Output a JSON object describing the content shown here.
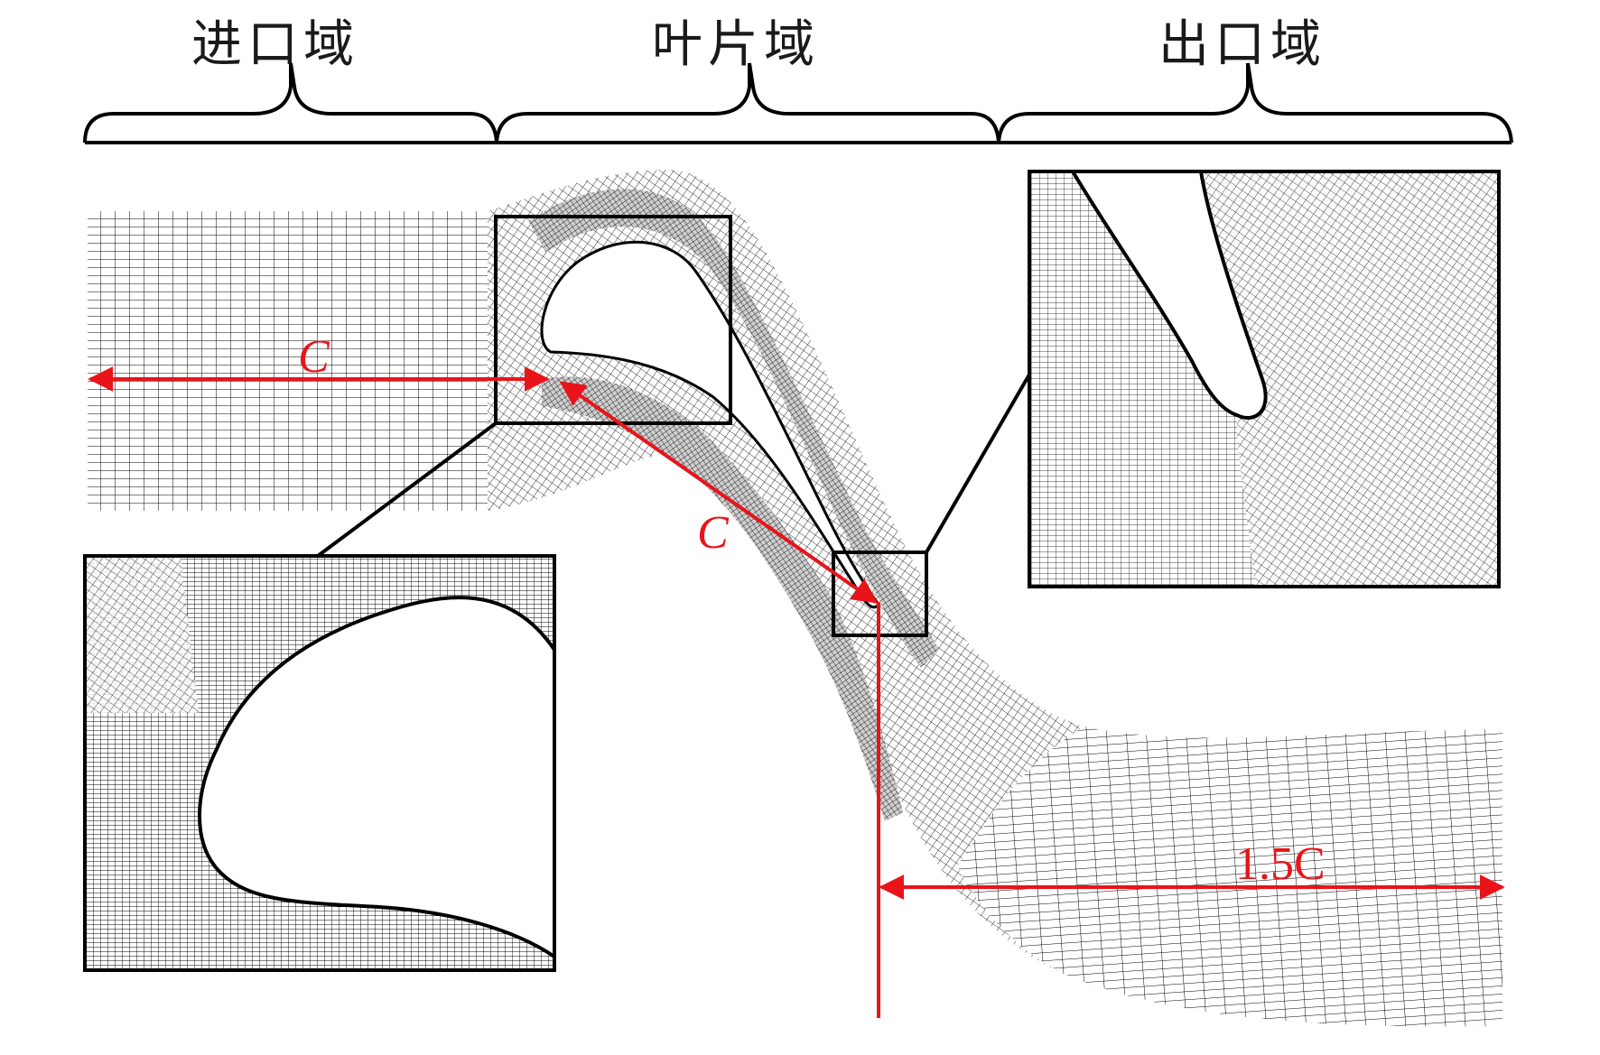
{
  "regions": {
    "inlet": "进口域",
    "blade": "叶片域",
    "outlet": "出口域"
  },
  "dimensions": {
    "inlet_length": "C",
    "chord": "C",
    "outlet_length": "1.5C"
  },
  "colors": {
    "mesh": "#000000",
    "annotation": "#e8141a",
    "frame": "#000000"
  }
}
